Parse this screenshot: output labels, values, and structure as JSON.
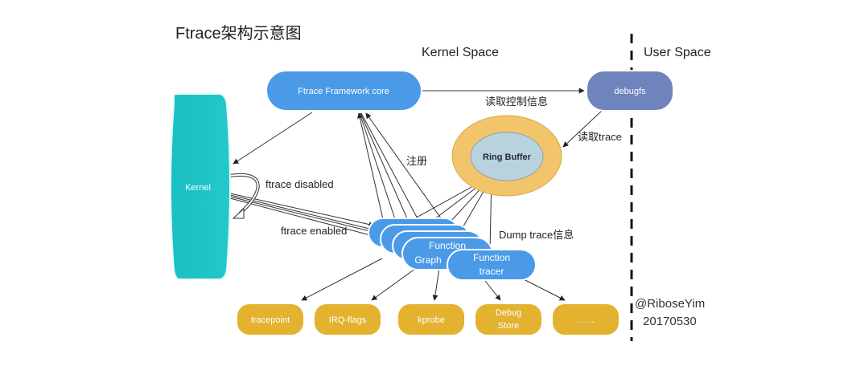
{
  "title": "Ftrace架构示意图",
  "regions": {
    "kernel_space": "Kernel Space",
    "user_space": "User Space"
  },
  "nodes": {
    "framework_core": "Ftrace Framework core",
    "debugfs": "debugfs",
    "kernel": "Kernel",
    "ring_buffer": "Ring Buffer",
    "function_graph": [
      "Function",
      "Graph"
    ],
    "function_tracer": [
      "Function",
      "tracer"
    ],
    "tracers": [
      {
        "label": [
          "tracepoint"
        ]
      },
      {
        "label": [
          "IRQ-flags"
        ]
      },
      {
        "label": [
          "kprobe"
        ]
      },
      {
        "label": [
          "Debug",
          "Store"
        ]
      },
      {
        "label": [
          "……"
        ]
      }
    ]
  },
  "edge_labels": {
    "read_control": "读取控制信息",
    "read_trace": "读取trace",
    "register": "注册",
    "ftrace_disabled": "ftrace disabled",
    "ftrace_enabled": "ftrace enabled",
    "dump_trace": "Dump trace信息"
  },
  "author": {
    "handle": "@RiboseYim",
    "date": "20170530"
  },
  "colors": {
    "framework_blue": "#4a9ae8",
    "debugfs_purple": "#6f84bd",
    "kernel_teal": "#1fc4c6",
    "ring_outer": "#f2c56b",
    "ring_inner": "#b9d3de",
    "tracer_gold": "#e3b22f"
  }
}
